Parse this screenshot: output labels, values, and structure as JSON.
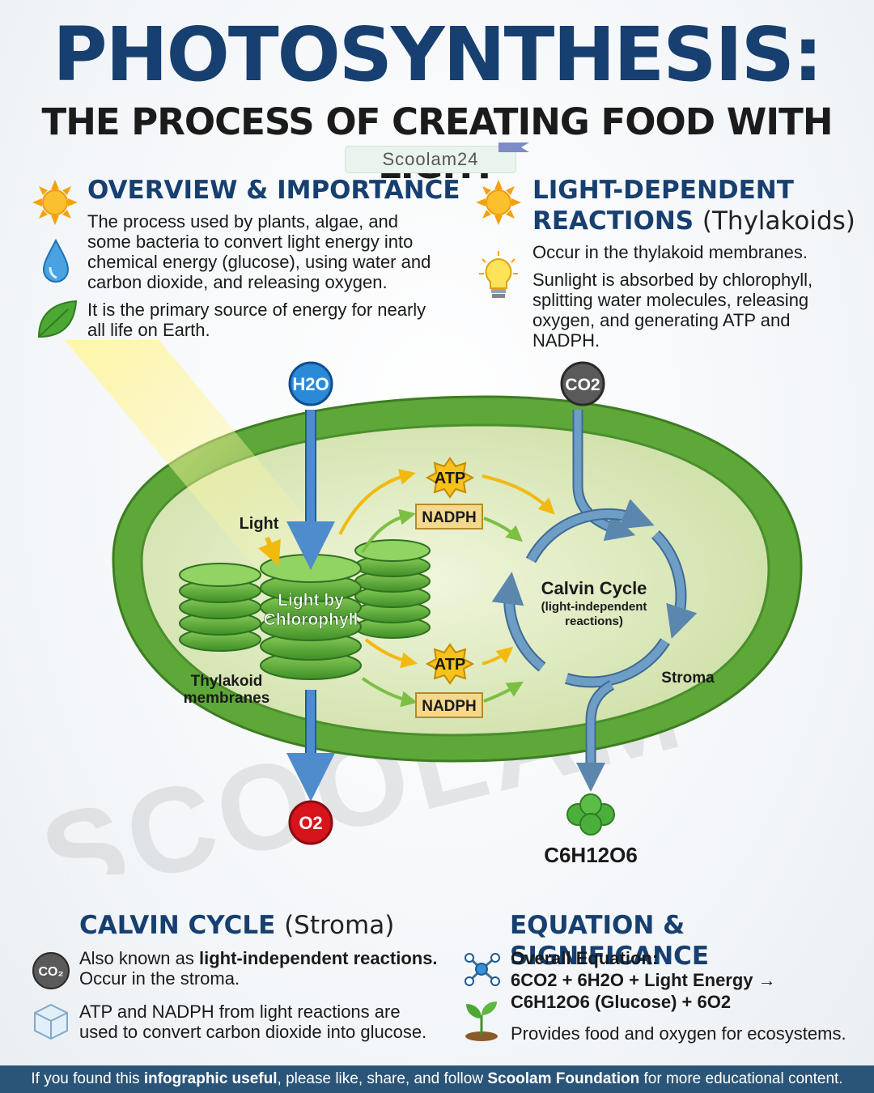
{
  "title": "PHOTOSYNTHESIS:",
  "subtitle": "THE PROCESS OF CREATING FOOD WITH LIGHT",
  "brand": "Scoolam24",
  "watermark": "SCOOLAM",
  "overview": {
    "heading": "OVERVIEW & IMPORTANCE",
    "text1": "The process used by plants, algae, and some bacteria to convert light energy into chemical energy (glucose), using water and carbon dioxide, and releasing oxygen.",
    "text2": "It is the primary source of energy for nearly all life on Earth.",
    "icons": [
      "sun-icon",
      "water-drop-icon",
      "leaf-icon"
    ]
  },
  "light_reactions": {
    "heading": "LIGHT-DEPENDENT REACTIONS",
    "heading_suffix": "(Thylakoids)",
    "text1": "Occur in the thylakoid membranes.",
    "text2": "Sunlight is absorbed by chlorophyll, splitting water molecules, releasing oxygen, and generating ATP and NADPH.",
    "icons": [
      "sun-icon",
      "lightbulb-icon"
    ]
  },
  "diagram": {
    "h2o": "H2O",
    "co2": "CO2",
    "o2": "O2",
    "light": "Light",
    "chlorophyll_line1": "Light by",
    "chlorophyll_line2": "Chlorophyll",
    "thylakoid_line1": "Thylakoid",
    "thylakoid_line2": "membranes",
    "atp": "ATP",
    "nadph": "NADPH",
    "calvin_title": "Calvin Cycle",
    "calvin_line1": "(light-independent",
    "calvin_line2": "reactions)",
    "stroma": "Stroma",
    "glucose": "C6H12O6"
  },
  "calvin": {
    "heading": "CALVIN CYCLE",
    "heading_suffix": "(Stroma)",
    "text1_pre": "Also known as ",
    "text1_bold": "light-independent reactions.",
    "text1_post": "Occur in the stroma.",
    "text2": "ATP and NADPH from light reactions are used to convert carbon dioxide into glucose.",
    "icons": [
      "co2-badge-icon",
      "cube-icon"
    ]
  },
  "equation": {
    "heading": "EQUATION & SIGNIFICANCE",
    "label": "Overall Equation:",
    "line1": "6CO2 + 6H2O + Light Energy →",
    "line2": "C6H12O6 (Glucose) + 6O2",
    "significance": "Provides food and oxygen for ecosystems.",
    "icons": [
      "molecule-icon",
      "sprout-icon"
    ]
  },
  "footer": {
    "pre": "If you found this ",
    "bold1": "infographic useful",
    "mid": ", please like, share, and follow ",
    "bold2": "Scoolam Foundation",
    "post": " for more educational content."
  },
  "colors": {
    "title": "#173f70",
    "chloroplast_outer": "#5ea83a",
    "chloroplast_inner": "#e6efcf",
    "water_arrow": "#4e8ccc",
    "calvin_arrow": "#5b86ad",
    "atp_star": "#f7c21b",
    "nadph_box": "#f3d98e",
    "o2_badge": "#d6141c",
    "co2_badge": "#5a5a5a",
    "footer": "#2b5578"
  }
}
